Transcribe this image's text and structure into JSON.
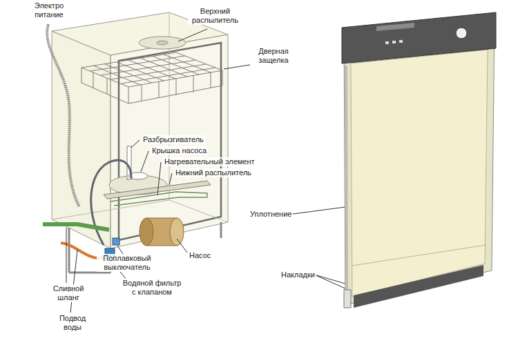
{
  "diagram": {
    "labels": [
      "Электро питание",
      "Верхний распылитель",
      "Дверная защелка",
      "Разбрызгиватель",
      "Крышка насоса",
      "Нагревательный элемент",
      "Нижний распылитель",
      "Уплотнение",
      "Накладки",
      "Насос",
      "Поплавковый выключатель",
      "Водяной фильтр с клапаном",
      "Сливной шланг",
      "Подвод воды"
    ]
  }
}
